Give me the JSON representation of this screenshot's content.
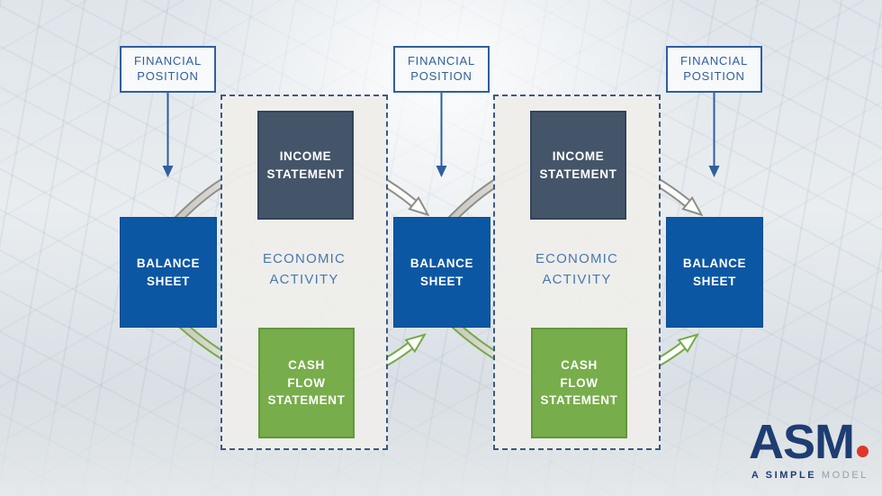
{
  "diagram": {
    "financial_position_boxes": [
      {
        "label": "FINANCIAL\nPOSITION"
      },
      {
        "label": "FINANCIAL\nPOSITION"
      },
      {
        "label": "FINANCIAL\nPOSITION"
      }
    ],
    "balance_sheet_boxes": [
      {
        "label": "BALANCE\nSHEET"
      },
      {
        "label": "BALANCE\nSHEET"
      },
      {
        "label": "BALANCE\nSHEET"
      }
    ],
    "activity_regions": [
      {
        "income_statement_label": "INCOME\nSTATEMENT",
        "economic_activity_label": "ECONOMIC\nACTIVITY",
        "cash_flow_label": "CASH\nFLOW\nSTATEMENT"
      },
      {
        "income_statement_label": "INCOME\nSTATEMENT",
        "economic_activity_label": "ECONOMIC\nACTIVITY",
        "cash_flow_label": "CASH\nFLOW\nSTATEMENT"
      }
    ]
  },
  "logo": {
    "wordmark": "ASM",
    "tagline_primary": "A SIMPLE",
    "tagline_secondary": " MODEL"
  },
  "colors": {
    "balance_sheet_blue": "#0b57a4",
    "income_statement_slate": "#44556a",
    "cash_flow_green": "#77ad4a",
    "cash_flow_green_border": "#61973a",
    "connector_blue": "#2e5f9e",
    "dashed_region_border": "#3a5a85",
    "region_fill": "#eeedea",
    "economic_activity_text": "#4878b0",
    "gray_flow_band": "#8e8e88",
    "green_flow_band": "#74aa46",
    "logo_navy": "#1e3d72",
    "logo_red": "#e0362a",
    "tagline_gray": "#93a0af"
  }
}
